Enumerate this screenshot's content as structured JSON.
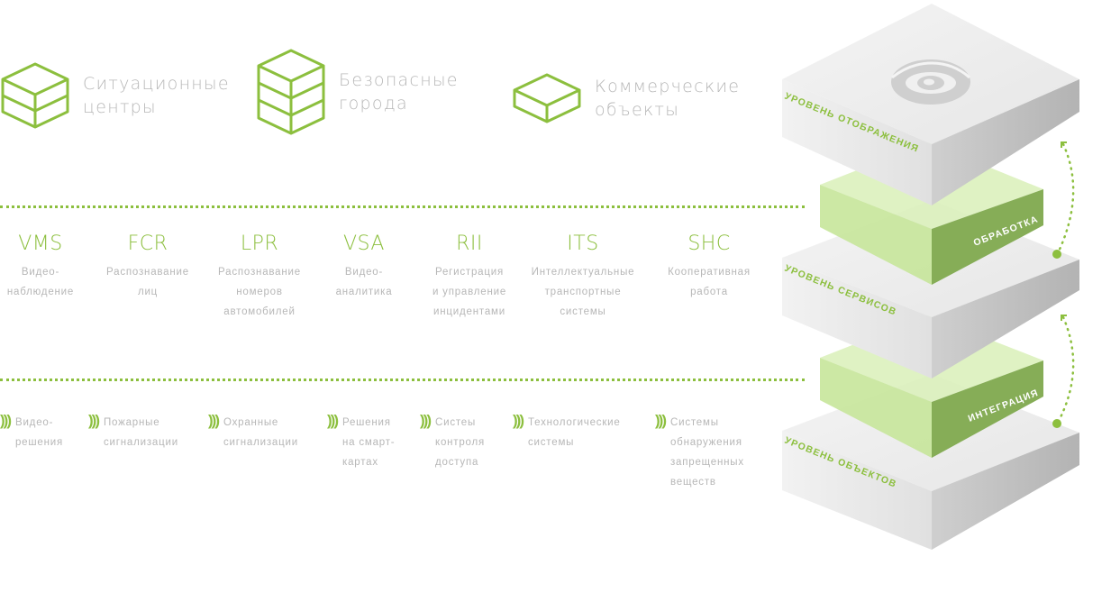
{
  "segments": [
    {
      "label": "Ситуационные\nцентры",
      "icon": "box-icon"
    },
    {
      "label": "Безопасные\nгорода",
      "icon": "box-stack-icon"
    },
    {
      "label": "Коммерческие\nобъекты",
      "icon": "flat-box-icon"
    }
  ],
  "services": [
    {
      "code": "VMS",
      "desc": "Видео-\nнаблюдение"
    },
    {
      "code": "FCR",
      "desc": "Распознавание\nлиц"
    },
    {
      "code": "LPR",
      "desc": "Распознавание\nномеров\nавтомобилей"
    },
    {
      "code": "VSA",
      "desc": "Видео-\nаналитика"
    },
    {
      "code": "RII",
      "desc": "Регистрация\nи управление\nинцидентами"
    },
    {
      "code": "ITS",
      "desc": "Интеллектуальные\nтранспортные\nсистемы"
    },
    {
      "code": "SHC",
      "desc": "Кооперативная\nработа"
    }
  ],
  "objects": [
    {
      "text": "Видео-\nрешения"
    },
    {
      "text": "Пожарные\nсигнализации"
    },
    {
      "text": "Охранные\nсигнализации"
    },
    {
      "text": "Решения\nна смарт-\nкартах"
    },
    {
      "text": "Систеы\nконтроля\nдоступа"
    },
    {
      "text": "Технологические\nсистемы"
    },
    {
      "text": "Системы\nобнаружения\nзапрещенных\nвеществ"
    }
  ],
  "stack": {
    "level_display": "УРОВЕНЬ ОТОБРАЖЕНИЯ",
    "processing": "ОБРАБОТКА",
    "level_services": "УРОВЕНЬ СЕРВИСОВ",
    "integration": "ИНТЕГРАЦИЯ",
    "level_objects": "УРОВЕНЬ ОБЪЕКТОВ"
  },
  "colors": {
    "accent": "#8cbf3e",
    "text": "#b7b7b7",
    "green_light": "#c6e59a",
    "green_dark": "#86ad57"
  },
  "signal_icon": "wireless-signal-icon",
  "logo_icon": "eye-logo-icon"
}
